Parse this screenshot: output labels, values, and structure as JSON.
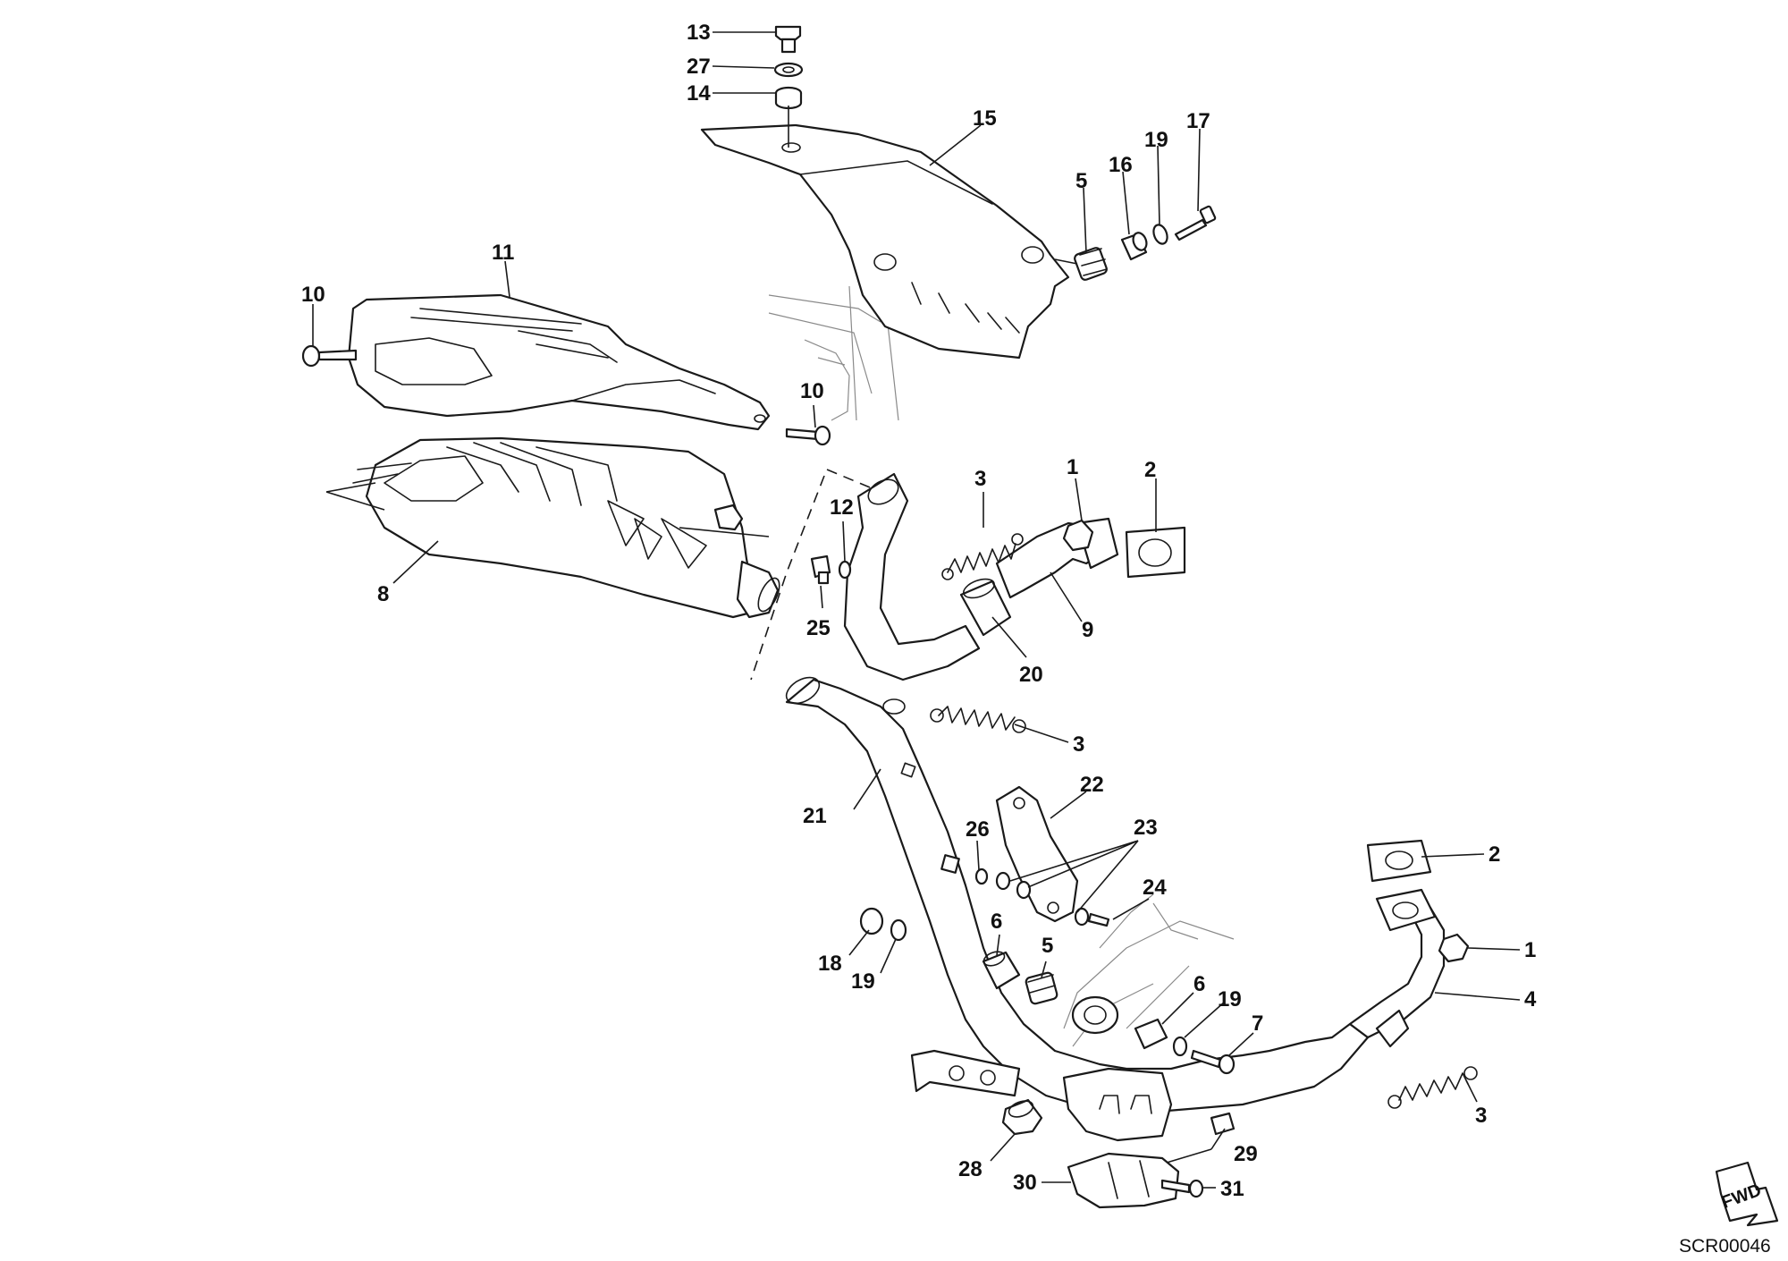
{
  "callouts": [
    {
      "id": "13",
      "text": "13"
    },
    {
      "id": "27",
      "text": "27"
    },
    {
      "id": "14",
      "text": "14"
    },
    {
      "id": "15",
      "text": "15"
    },
    {
      "id": "5a",
      "text": "5"
    },
    {
      "id": "16",
      "text": "16"
    },
    {
      "id": "19a",
      "text": "19"
    },
    {
      "id": "17",
      "text": "17"
    },
    {
      "id": "11",
      "text": "11"
    },
    {
      "id": "10a",
      "text": "10"
    },
    {
      "id": "10b",
      "text": "10"
    },
    {
      "id": "3a",
      "text": "3"
    },
    {
      "id": "1a",
      "text": "1"
    },
    {
      "id": "2a",
      "text": "2"
    },
    {
      "id": "12",
      "text": "12"
    },
    {
      "id": "8",
      "text": "8"
    },
    {
      "id": "25",
      "text": "25"
    },
    {
      "id": "9",
      "text": "9"
    },
    {
      "id": "20",
      "text": "20"
    },
    {
      "id": "3b",
      "text": "3"
    },
    {
      "id": "22",
      "text": "22"
    },
    {
      "id": "21",
      "text": "21"
    },
    {
      "id": "26",
      "text": "26"
    },
    {
      "id": "23",
      "text": "23"
    },
    {
      "id": "2b",
      "text": "2"
    },
    {
      "id": "24",
      "text": "24"
    },
    {
      "id": "1b",
      "text": "1"
    },
    {
      "id": "6a",
      "text": "6"
    },
    {
      "id": "5b",
      "text": "5"
    },
    {
      "id": "18",
      "text": "18"
    },
    {
      "id": "19b",
      "text": "19"
    },
    {
      "id": "6b",
      "text": "6"
    },
    {
      "id": "4",
      "text": "4"
    },
    {
      "id": "19c",
      "text": "19"
    },
    {
      "id": "7",
      "text": "7"
    },
    {
      "id": "3c",
      "text": "3"
    },
    {
      "id": "29",
      "text": "29"
    },
    {
      "id": "28",
      "text": "28"
    },
    {
      "id": "30",
      "text": "30"
    },
    {
      "id": "31",
      "text": "31"
    }
  ],
  "fwd_label": "FWD",
  "figure_code": "SCR00046"
}
